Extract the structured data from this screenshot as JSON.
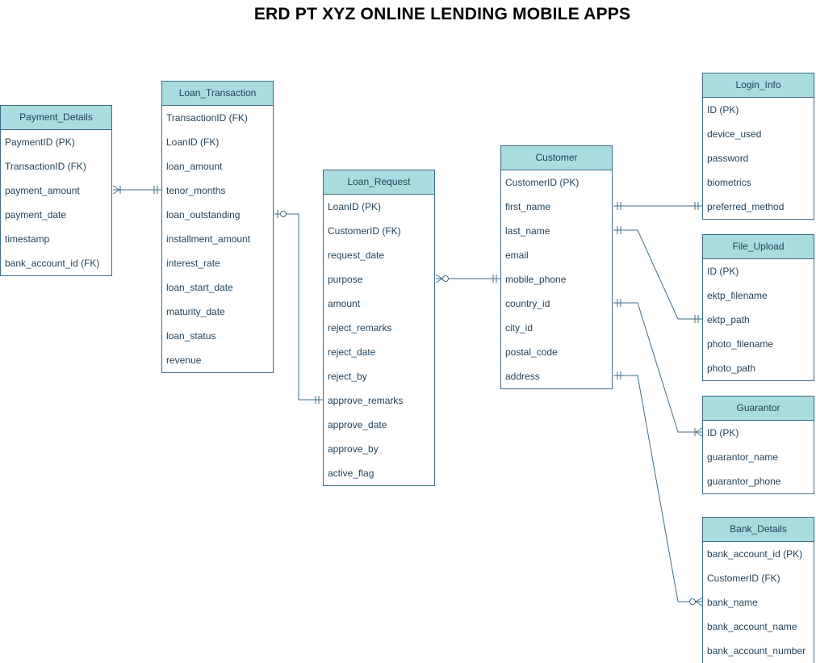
{
  "title": "ERD PT XYZ ONLINE LENDING MOBILE APPS",
  "colors": {
    "header_fill": "#a9dcdf",
    "border": "#3f6b86",
    "text": "#24435a",
    "connector": "#3f6b86"
  },
  "entities": {
    "payment_details": {
      "name": "Payment_Details",
      "fields": [
        "PaymentID (PK)",
        "TransactionID (FK)",
        "payment_amount",
        "payment_date",
        "timestamp",
        "bank_account_id (FK)"
      ]
    },
    "loan_transaction": {
      "name": "Loan_Transaction",
      "fields": [
        "TransactionID (FK)",
        "LoanID (FK)",
        "loan_amount",
        "tenor_months",
        "loan_outstanding",
        "installment_amount",
        "interest_rate",
        "loan_start_date",
        "maturity_date",
        "loan_status",
        "revenue"
      ]
    },
    "loan_request": {
      "name": "Loan_Request",
      "fields": [
        "LoanID (PK)",
        "CustomerID (FK)",
        "request_date",
        "purpose",
        "amount",
        "reject_remarks",
        "reject_date",
        "reject_by",
        "approve_remarks",
        "approve_date",
        "approve_by",
        "active_flag"
      ]
    },
    "customer": {
      "name": "Customer",
      "fields": [
        "CustomerID (PK)",
        "first_name",
        "last_name",
        "email",
        "mobile_phone",
        "country_id",
        "city_id",
        "postal_code",
        "address"
      ]
    },
    "login_info": {
      "name": "Login_Info",
      "fields": [
        "ID (PK)",
        "device_used",
        "password",
        "biometrics",
        "preferred_method"
      ]
    },
    "file_upload": {
      "name": "File_Upload",
      "fields": [
        "ID (PK)",
        "ektp_filename",
        "ektp_path",
        "photo_filename",
        "photo_path"
      ]
    },
    "guarantor": {
      "name": "Guarantor",
      "fields": [
        "ID (PK)",
        "guarantor_name",
        "guarantor_phone"
      ]
    },
    "bank_details": {
      "name": "Bank_Details",
      "fields": [
        "bank_account_id (PK)",
        "CustomerID (FK)",
        "bank_name",
        "bank_account_name",
        "bank_account_number"
      ]
    }
  },
  "relationships": [
    {
      "from": "payment_details.payment_amount",
      "to": "loan_transaction.tenor_months",
      "from_end": "one-or-many",
      "to_end": "one-and-only-one"
    },
    {
      "from": "loan_transaction.loan_outstanding",
      "to": "loan_request.approve_remarks",
      "from_end": "zero-or-one",
      "to_end": "one-and-only-one"
    },
    {
      "from": "loan_request.purpose",
      "to": "customer.mobile_phone",
      "from_end": "zero-or-many",
      "to_end": "one-and-only-one"
    },
    {
      "from": "customer.first_name",
      "to": "login_info.preferred_method",
      "from_end": "one-and-only-one",
      "to_end": "one-and-only-one"
    },
    {
      "from": "customer.last_name",
      "to": "file_upload.ektp_path",
      "from_end": "one-and-only-one",
      "to_end": "one-and-only-one"
    },
    {
      "from": "customer.country_id",
      "to": "guarantor.id_pk",
      "from_end": "one-and-only-one",
      "to_end": "one-or-many"
    },
    {
      "from": "customer.address",
      "to": "bank_details.bank_name",
      "from_end": "one-and-only-one",
      "to_end": "zero-or-many"
    }
  ]
}
